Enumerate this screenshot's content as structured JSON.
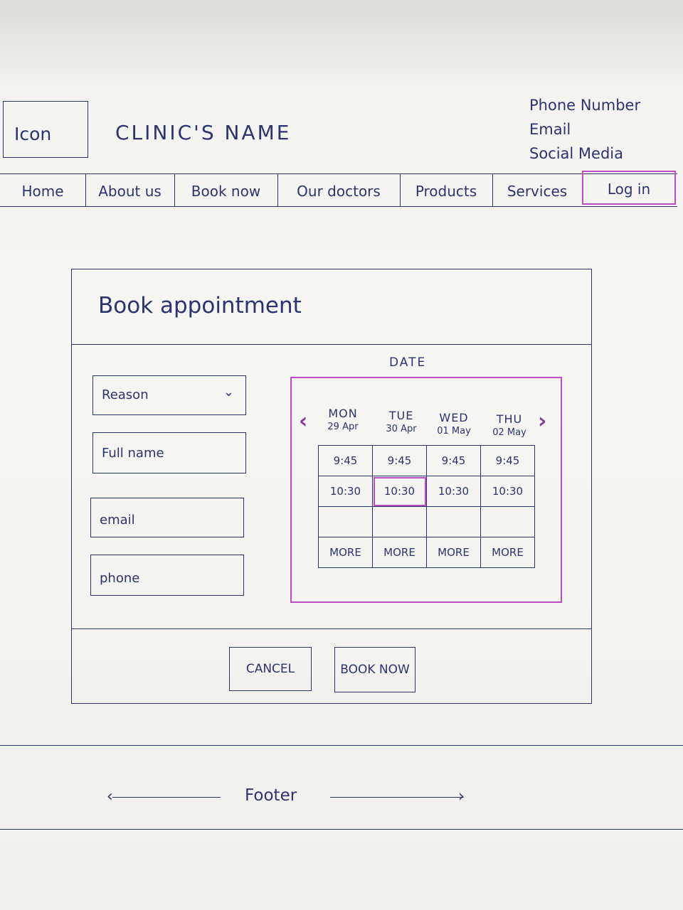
{
  "header": {
    "logo_label": "Icon",
    "clinic_name": "CLINIC'S NAME",
    "contact": {
      "phone": "Phone Number",
      "email": "Email",
      "social": "Social Media"
    }
  },
  "nav": {
    "items": [
      {
        "label": "Home"
      },
      {
        "label": "About us"
      },
      {
        "label": "Book now"
      },
      {
        "label": "Our doctors"
      },
      {
        "label": "Products"
      },
      {
        "label": "Services"
      },
      {
        "label": "Log in"
      }
    ]
  },
  "booking": {
    "title": "Book appointment",
    "fields": {
      "reason": "Reason",
      "full_name": "Full name",
      "email": "email",
      "phone": "phone"
    },
    "date_label": "DATE",
    "days": [
      {
        "name": "MON",
        "date": "29 Apr"
      },
      {
        "name": "TUE",
        "date": "30 Apr"
      },
      {
        "name": "WED",
        "date": "01 May"
      },
      {
        "name": "THU",
        "date": "02 May"
      }
    ],
    "slots": [
      [
        "9:45",
        "9:45",
        "9:45",
        "9:45"
      ],
      [
        "10:30",
        "10:30",
        "10:30",
        "10:30"
      ],
      [
        "",
        "",
        "",
        ""
      ]
    ],
    "more_label": "MORE",
    "selected_slot": {
      "row": 1,
      "col": 1
    },
    "cancel_label": "CANCEL",
    "book_label": "BOOK NOW"
  },
  "footer": {
    "label": "Footer"
  },
  "colors": {
    "ink": "#2b3370",
    "highlight": "#c04bc6"
  }
}
